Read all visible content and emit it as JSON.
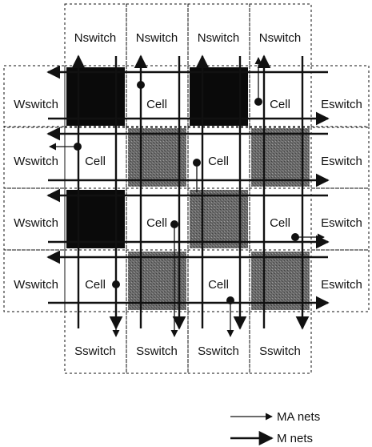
{
  "switches": {
    "north": [
      "Nswitch",
      "Nswitch",
      "Nswitch",
      "Nswitch"
    ],
    "south": [
      "Sswitch",
      "Sswitch",
      "Sswitch",
      "Sswitch"
    ],
    "west": [
      "Wswitch",
      "Wswitch",
      "Wswitch",
      "Wswitch"
    ],
    "east": [
      "Eswitch",
      "Eswitch",
      "Eswitch",
      "Eswitch"
    ]
  },
  "cell_label": "Cell",
  "grid": {
    "rows": 4,
    "cols": 4,
    "cells": [
      [
        "black",
        "white",
        "black",
        "white"
      ],
      [
        "white",
        "gray",
        "white",
        "gray"
      ],
      [
        "black",
        "white",
        "gray",
        "white"
      ],
      [
        "white",
        "gray",
        "white",
        "gray"
      ]
    ],
    "labels": [
      {
        "row": 0,
        "col": 1,
        "text": "Cell"
      },
      {
        "row": 0,
        "col": 3,
        "text": "Cell"
      },
      {
        "row": 1,
        "col": 0,
        "text": "Cell"
      },
      {
        "row": 1,
        "col": 2,
        "text": "Cell"
      },
      {
        "row": 2,
        "col": 1,
        "text": "Cell"
      },
      {
        "row": 2,
        "col": 3,
        "text": "Cell"
      },
      {
        "row": 3,
        "col": 0,
        "text": "Cell"
      },
      {
        "row": 3,
        "col": 2,
        "text": "Cell"
      }
    ]
  },
  "legend": {
    "ma_nets": "MA nets",
    "m_nets": "M nets"
  },
  "colors": {
    "black_cell": "#0a0a0a",
    "gray_cell": "#5a5a5a",
    "line": "#111111"
  }
}
